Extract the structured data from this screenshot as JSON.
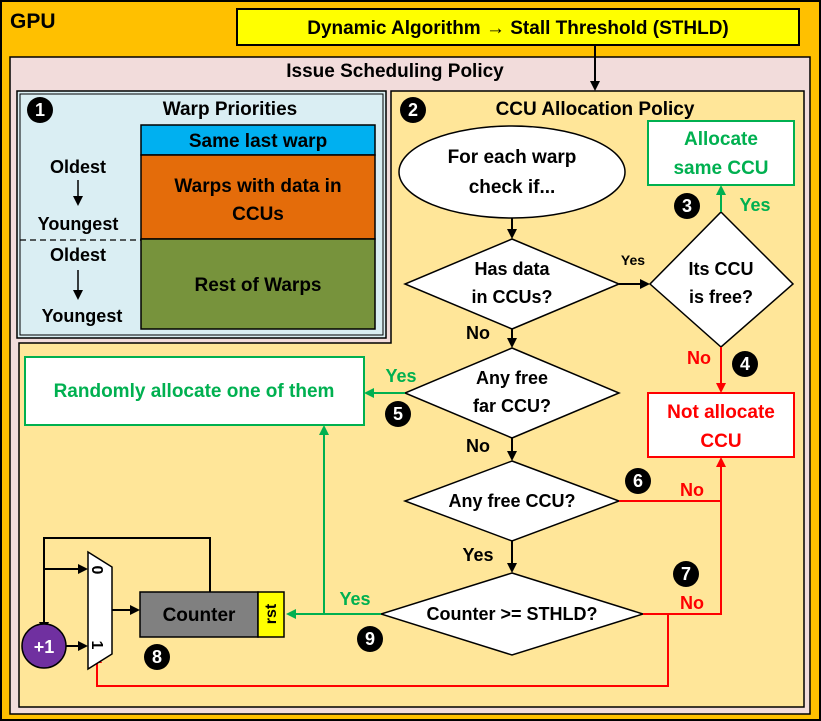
{
  "gpu_label": "GPU",
  "dynamic_algorithm": "Dynamic Algorithm → Stall Threshold (STHLD)",
  "issue_scheduling_policy": "Issue Scheduling Policy",
  "warp_priorities": {
    "badge": "1",
    "title": "Warp Priorities",
    "rows": [
      "Same last warp",
      "Warps with data in",
      "CCUs",
      "Rest of Warps"
    ],
    "order_top": {
      "from": "Oldest",
      "to": "Youngest"
    },
    "order_bottom": {
      "from": "Oldest",
      "to": "Youngest"
    }
  },
  "ccu_allocation": {
    "badge": "2",
    "title": "CCU Allocation Policy",
    "start_line1": "For each warp",
    "start_line2": "check if...",
    "q_has_data_1": "Has data",
    "q_has_data_2": "in CCUs?",
    "q_its_ccu_1": "Its CCU",
    "q_its_ccu_2": "is free?",
    "q_far_1": "Any free",
    "q_far_2": "far CCU?",
    "q_any_free": "Any free CCU?",
    "q_counter": "Counter >= STHLD?",
    "allocate_same_1": "Allocate",
    "allocate_same_2": "same CCU",
    "not_allocate_1": "Not allocate",
    "not_allocate_2": "CCU",
    "random_allocate": "Randomly allocate one of them",
    "yes": "Yes",
    "no": "No"
  },
  "badges": [
    "3",
    "4",
    "5",
    "6",
    "7",
    "8",
    "9"
  ],
  "counter": {
    "label": "Counter",
    "rst": "rst",
    "plus_one": "+1",
    "mux_0": "0",
    "mux_1": "1"
  },
  "colors": {
    "gpu_bg": "#FFC000",
    "issue_bg": "#F2DCDB",
    "inner_bg": "#FFE699",
    "warp_bg": "#DAEEF3",
    "same_last_warp": "#00B0F0",
    "warps_with_data": "#E46C0A",
    "rest_of_warps": "#77933C",
    "dyn_box": "#FFFF00",
    "green": "#00B050",
    "red": "#FF0000",
    "counter": "#808080",
    "plus_one": "#7030A0"
  }
}
